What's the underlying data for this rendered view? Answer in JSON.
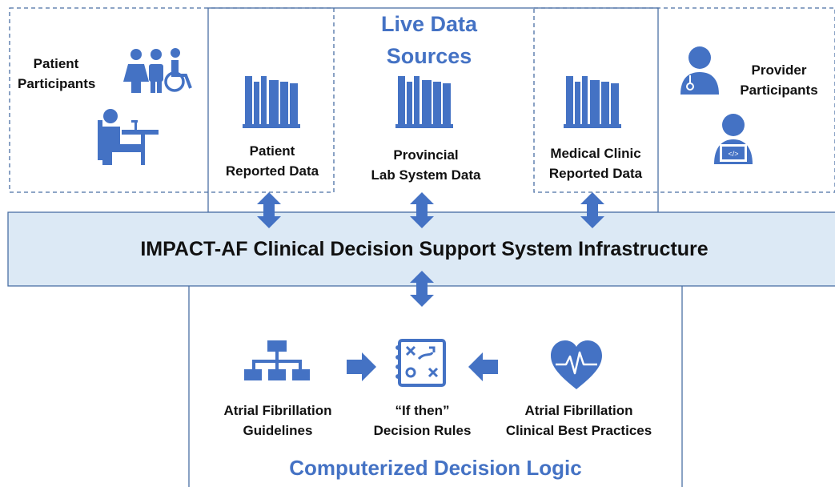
{
  "live_data_sources": {
    "title_line1": "Live Data",
    "title_line2": "Sources"
  },
  "patient": {
    "label_line1": "Patient",
    "label_line2": "Participants"
  },
  "provider": {
    "label_line1": "Provider",
    "label_line2": "Participants"
  },
  "sources": [
    {
      "line1": "Patient",
      "line2": "Reported Data"
    },
    {
      "line1": "Provincial",
      "line2": "Lab System Data"
    },
    {
      "line1": "Medical Clinic",
      "line2": "Reported Data"
    }
  ],
  "infrastructure": {
    "label": "IMPACT-AF Clinical Decision Support System Infrastructure"
  },
  "logic": {
    "title": "Computerized Decision Logic",
    "items": [
      {
        "line1": "Atrial Fibrillation",
        "line2": "Guidelines"
      },
      {
        "line1": "“If then”",
        "line2": "Decision Rules"
      },
      {
        "line1": "Atrial Fibrillation",
        "line2": "Clinical Best Practices"
      }
    ]
  },
  "colors": {
    "icon_blue": "#4472c4",
    "band_fill": "#dce9f5",
    "border": "#4a6fa5"
  },
  "icons": [
    "people-icon",
    "wheelchair-icon",
    "person-at-desk-icon",
    "library-books-icon",
    "doctor-icon",
    "developer-icon",
    "org-chart-icon",
    "strategy-board-icon",
    "heart-pulse-icon",
    "arrow-icon"
  ]
}
